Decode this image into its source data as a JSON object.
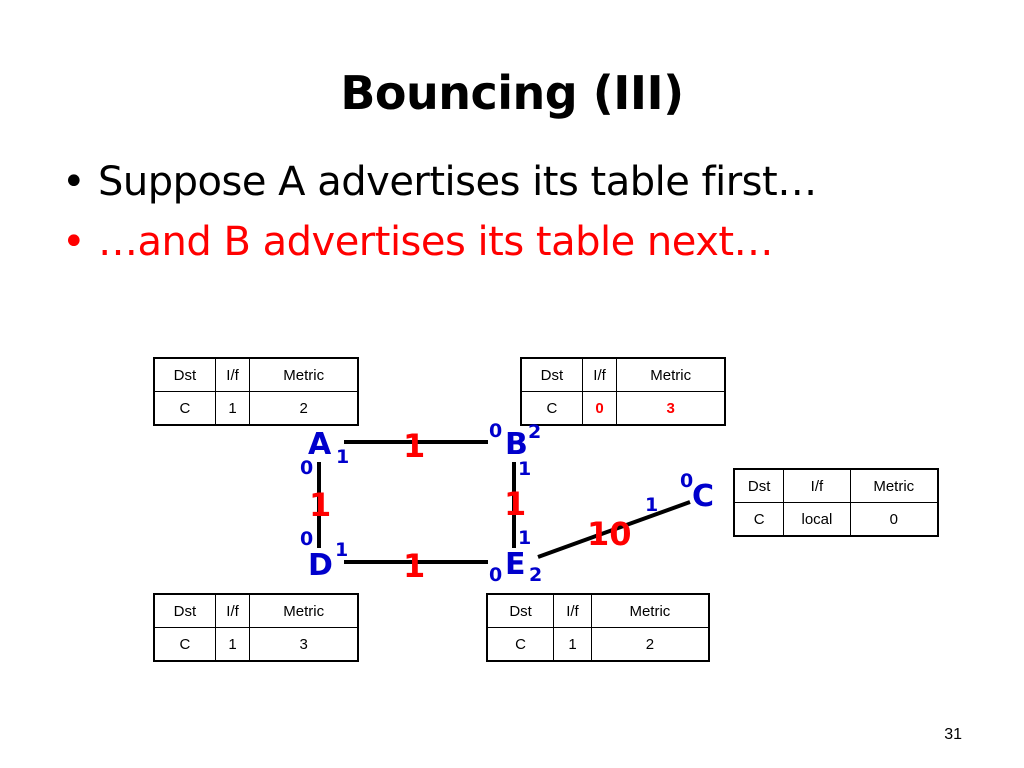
{
  "title": "Bouncing (III)",
  "bullets": [
    {
      "text": "Suppose A advertises its table first…",
      "color": "#000000"
    },
    {
      "text": "…and B advertises its table next…",
      "color": "#ff0000"
    }
  ],
  "tables": {
    "a": {
      "headers": [
        "Dst",
        "I/f",
        "Metric"
      ],
      "row": [
        "C",
        "1",
        "2"
      ]
    },
    "b": {
      "headers": [
        "Dst",
        "I/f",
        "Metric"
      ],
      "row": [
        "C",
        "0",
        "3"
      ]
    },
    "c": {
      "headers": [
        "Dst",
        "I/f",
        "Metric"
      ],
      "row": [
        "C",
        "local",
        "0"
      ]
    },
    "d": {
      "headers": [
        "Dst",
        "I/f",
        "Metric"
      ],
      "row": [
        "C",
        "1",
        "3"
      ]
    },
    "e": {
      "headers": [
        "Dst",
        "I/f",
        "Metric"
      ],
      "row": [
        "C",
        "1",
        "2"
      ]
    }
  },
  "nodes": {
    "a": "A",
    "b": "B",
    "c": "C",
    "d": "D",
    "e": "E"
  },
  "ports": {
    "a_right": "1",
    "a_down": "0",
    "b_left": "0",
    "b_right": "2",
    "b_down": "1",
    "c_top": "0",
    "c_left": "1",
    "d_up": "0",
    "d_right": "1",
    "e_up": "1",
    "e_left": "0",
    "e_right": "2"
  },
  "costs": {
    "ab": "1",
    "ad": "1",
    "be": "1",
    "de": "1",
    "ec": "10"
  },
  "colors": {
    "node": "#0000cc",
    "cost": "#ff0000",
    "highlight": "#ff0000"
  },
  "page_number": "31"
}
